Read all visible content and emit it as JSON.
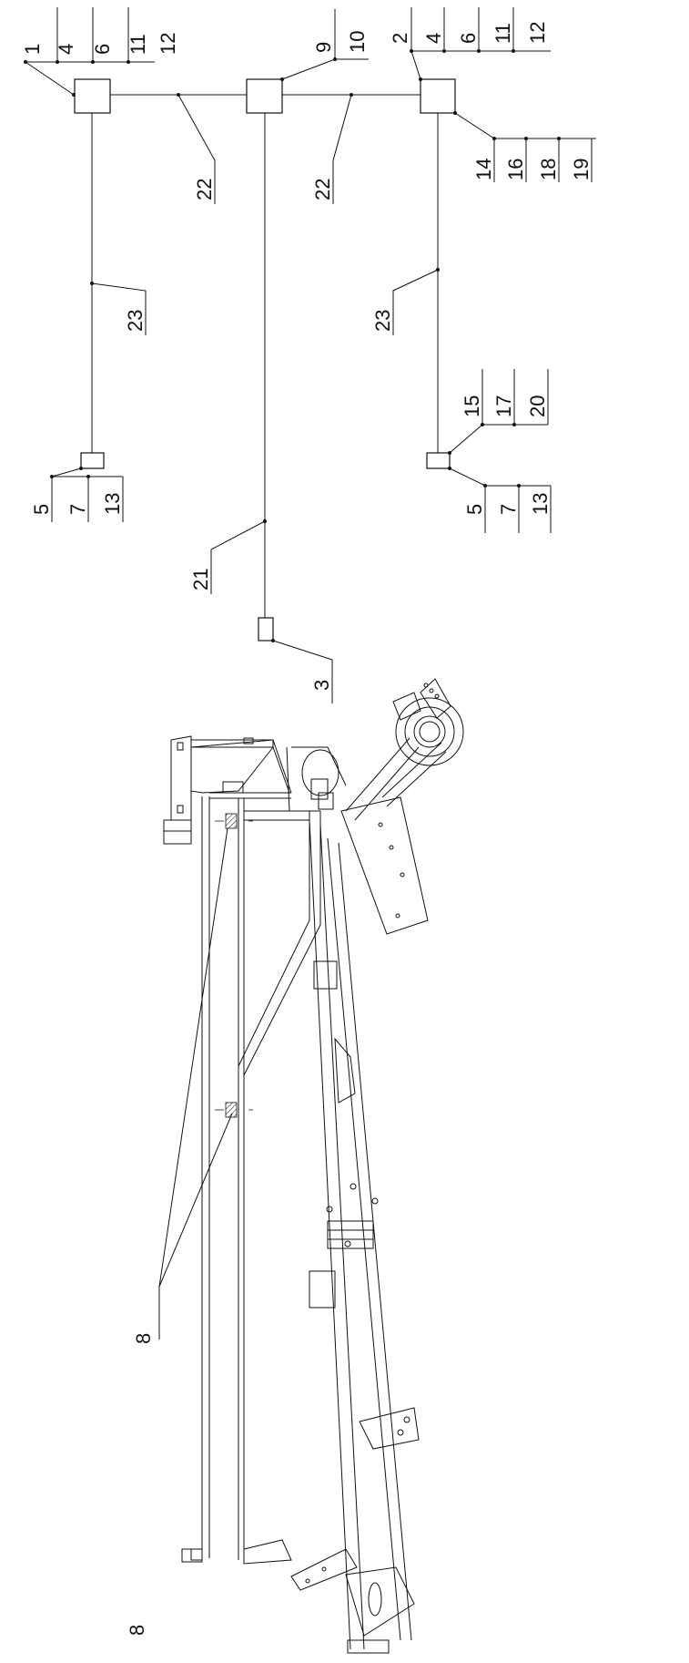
{
  "labels": {
    "l1": "1",
    "l2": "2",
    "l3": "3",
    "l4a": "4",
    "l4b": "4",
    "l5a": "5",
    "l5b": "5",
    "l6a": "6",
    "l6b": "6",
    "l7a": "7",
    "l7b": "7",
    "l8a": "8",
    "l8b": "8",
    "l9": "9",
    "l10": "10",
    "l11a": "11",
    "l11b": "11",
    "l12a": "12",
    "l12b": "12",
    "l13a": "13",
    "l13b": "13",
    "l14": "14",
    "l15": "15",
    "l16": "16",
    "l17": "17",
    "l18": "18",
    "l19": "19",
    "l20": "20",
    "l21": "21",
    "l22a": "22",
    "l22b": "22",
    "l23a": "23",
    "l23b": "23"
  }
}
